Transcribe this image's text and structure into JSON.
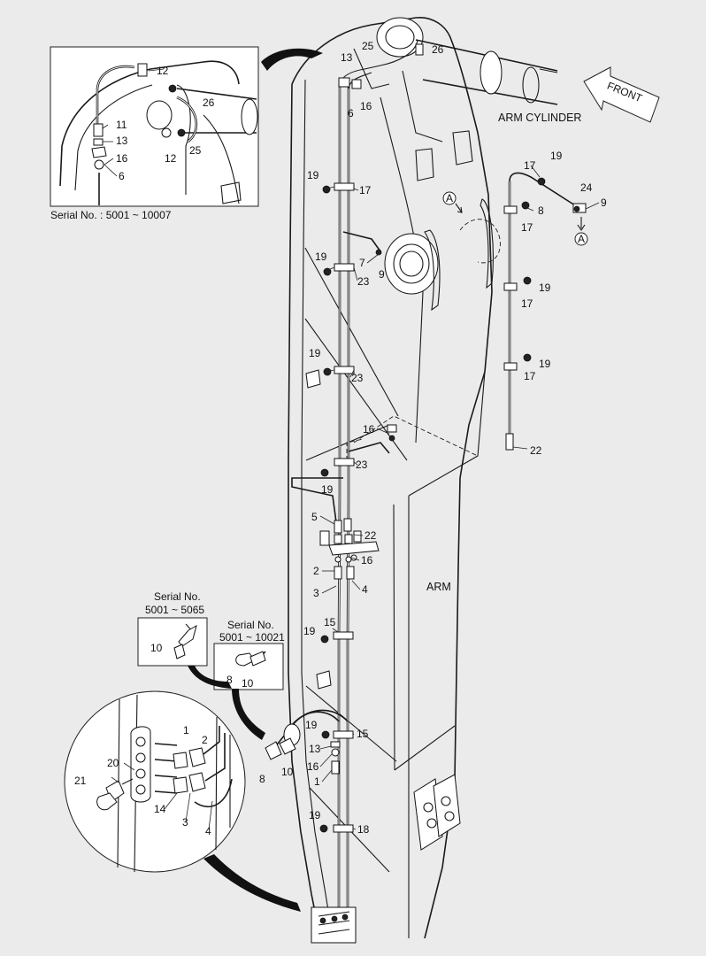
{
  "labels": {
    "arm_cylinder": "ARM CYLINDER",
    "arm": "ARM",
    "front": "FRONT",
    "serial_top": "Serial No. : 5001 ~ 10007",
    "serial_a_line1": "Serial No.",
    "serial_a_line2": "5001 ~ 5065",
    "serial_b_line1": "Serial No.",
    "serial_b_line2": "5001 ~ 10021",
    "ref_a": "A"
  },
  "callouts": {
    "c1": "1",
    "c2": "2",
    "c3": "3",
    "c4": "4",
    "c5": "5",
    "c6": "6",
    "c7": "7",
    "c8": "8",
    "c9": "9",
    "c10": "10",
    "c11": "11",
    "c12": "12",
    "c13": "13",
    "c14": "14",
    "c15": "15",
    "c16": "16",
    "c17": "17",
    "c18": "18",
    "c19": "19",
    "c20": "20",
    "c21": "21",
    "c22": "22",
    "c23": "23",
    "c24": "24",
    "c25": "25",
    "c26": "26"
  },
  "colors": {
    "background": "#ebebeb",
    "line": "#1a1a1a",
    "fill": "#ffffff"
  }
}
